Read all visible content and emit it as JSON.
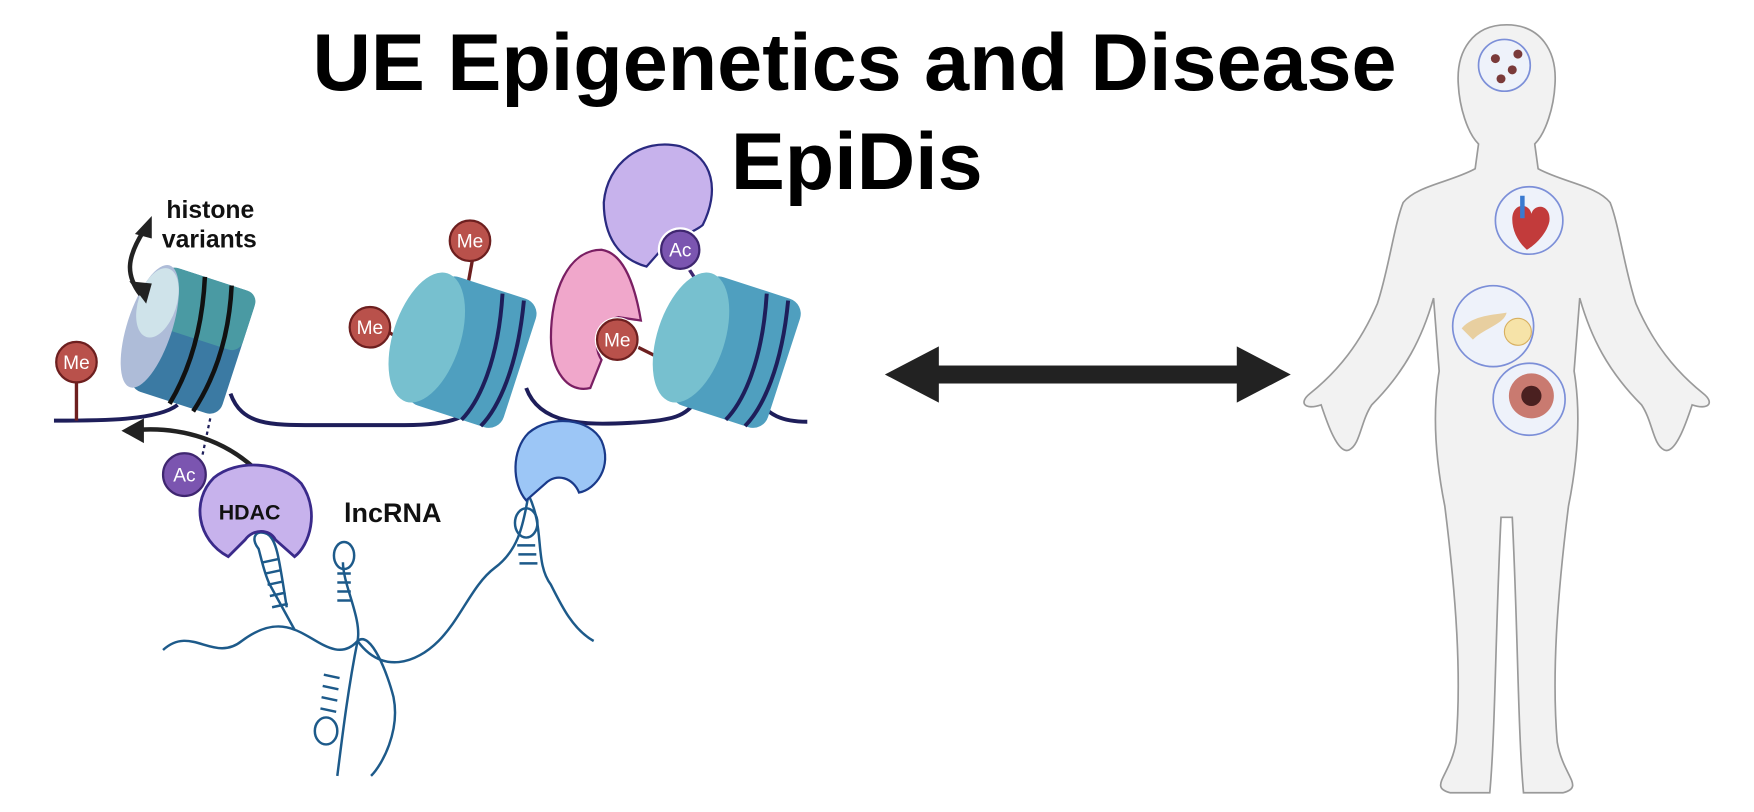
{
  "title": {
    "line1": "UE Epigenetics and Disease",
    "line2": "EpiDis"
  },
  "labels": {
    "histone_variants_1": "histone",
    "histone_variants_2": "variants",
    "hdac": "HDAC",
    "lncrna": "lncRNA",
    "me": "Me",
    "ac": "Ac"
  },
  "colors": {
    "me": "#b9514b",
    "ac": "#7b55b0",
    "nucleosome": "#4f9fbf",
    "hdac": "#c7b2ec",
    "pink": "#f0a7cb",
    "blue_protein": "#9cc6f6",
    "dna": "#1e1e5a",
    "rna": "#1d5a8a",
    "body": "#f2f2f2"
  }
}
